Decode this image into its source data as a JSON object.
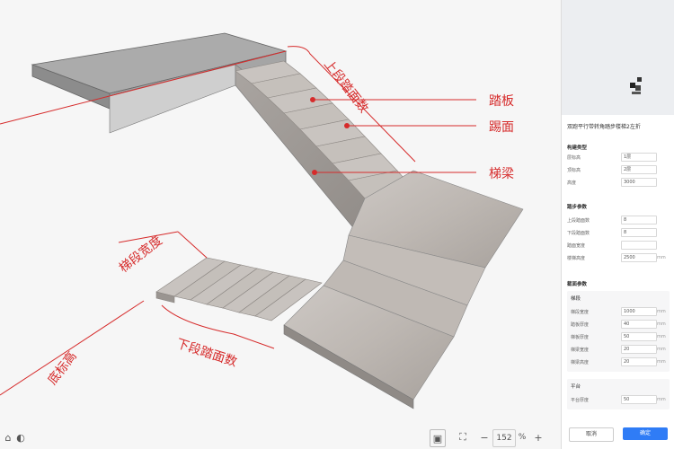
{
  "annotations": {
    "upper_steps": "上段踏面数",
    "tread": "踏板",
    "riser": "踢面",
    "stringer": "梯梁",
    "flight_width": "梯段宽度",
    "base_height": "底标高",
    "lower_steps": "下段踏面数"
  },
  "toolbar": {
    "zoom_out": "−",
    "zoom_value": "152",
    "zoom_pct": "%",
    "zoom_in": "+"
  },
  "panel": {
    "title": "双跑平行带转角踏步楼梯2左折",
    "basic_title": "构建类型",
    "basic_rows": [
      {
        "label": "层标高",
        "value": "1层",
        "unit": ""
      },
      {
        "label": "顶标高",
        "value": "2层",
        "unit": ""
      },
      {
        "label": "高度",
        "value": "3000",
        "unit": ""
      }
    ],
    "step_title": "踏步参数",
    "step_rows": [
      {
        "label": "上段踏面数",
        "value": "8",
        "unit": ""
      },
      {
        "label": "下段踏面数",
        "value": "8",
        "unit": ""
      },
      {
        "label": "踏面宽度",
        "value": "",
        "unit": ""
      },
      {
        "label": "楼梯高度",
        "value": "2500",
        "unit": "mm"
      }
    ],
    "section_title": "截面参数",
    "group1_title": "梯段",
    "group1_rows": [
      {
        "label": "梯段宽度",
        "value": "1000",
        "unit": "mm"
      },
      {
        "label": "踏板厚度",
        "value": "40",
        "unit": "mm"
      },
      {
        "label": "梯板厚度",
        "value": "50",
        "unit": "mm"
      },
      {
        "label": "梯梁宽度",
        "value": "20",
        "unit": "mm"
      },
      {
        "label": "梯梁高度",
        "value": "20",
        "unit": "mm"
      }
    ],
    "group2_title": "平台",
    "group2_rows": [
      {
        "label": "平台厚度",
        "value": "50",
        "unit": "mm"
      }
    ],
    "cancel_label": "取消",
    "confirm_label": "确定",
    "accent": "#2f7cf6"
  }
}
